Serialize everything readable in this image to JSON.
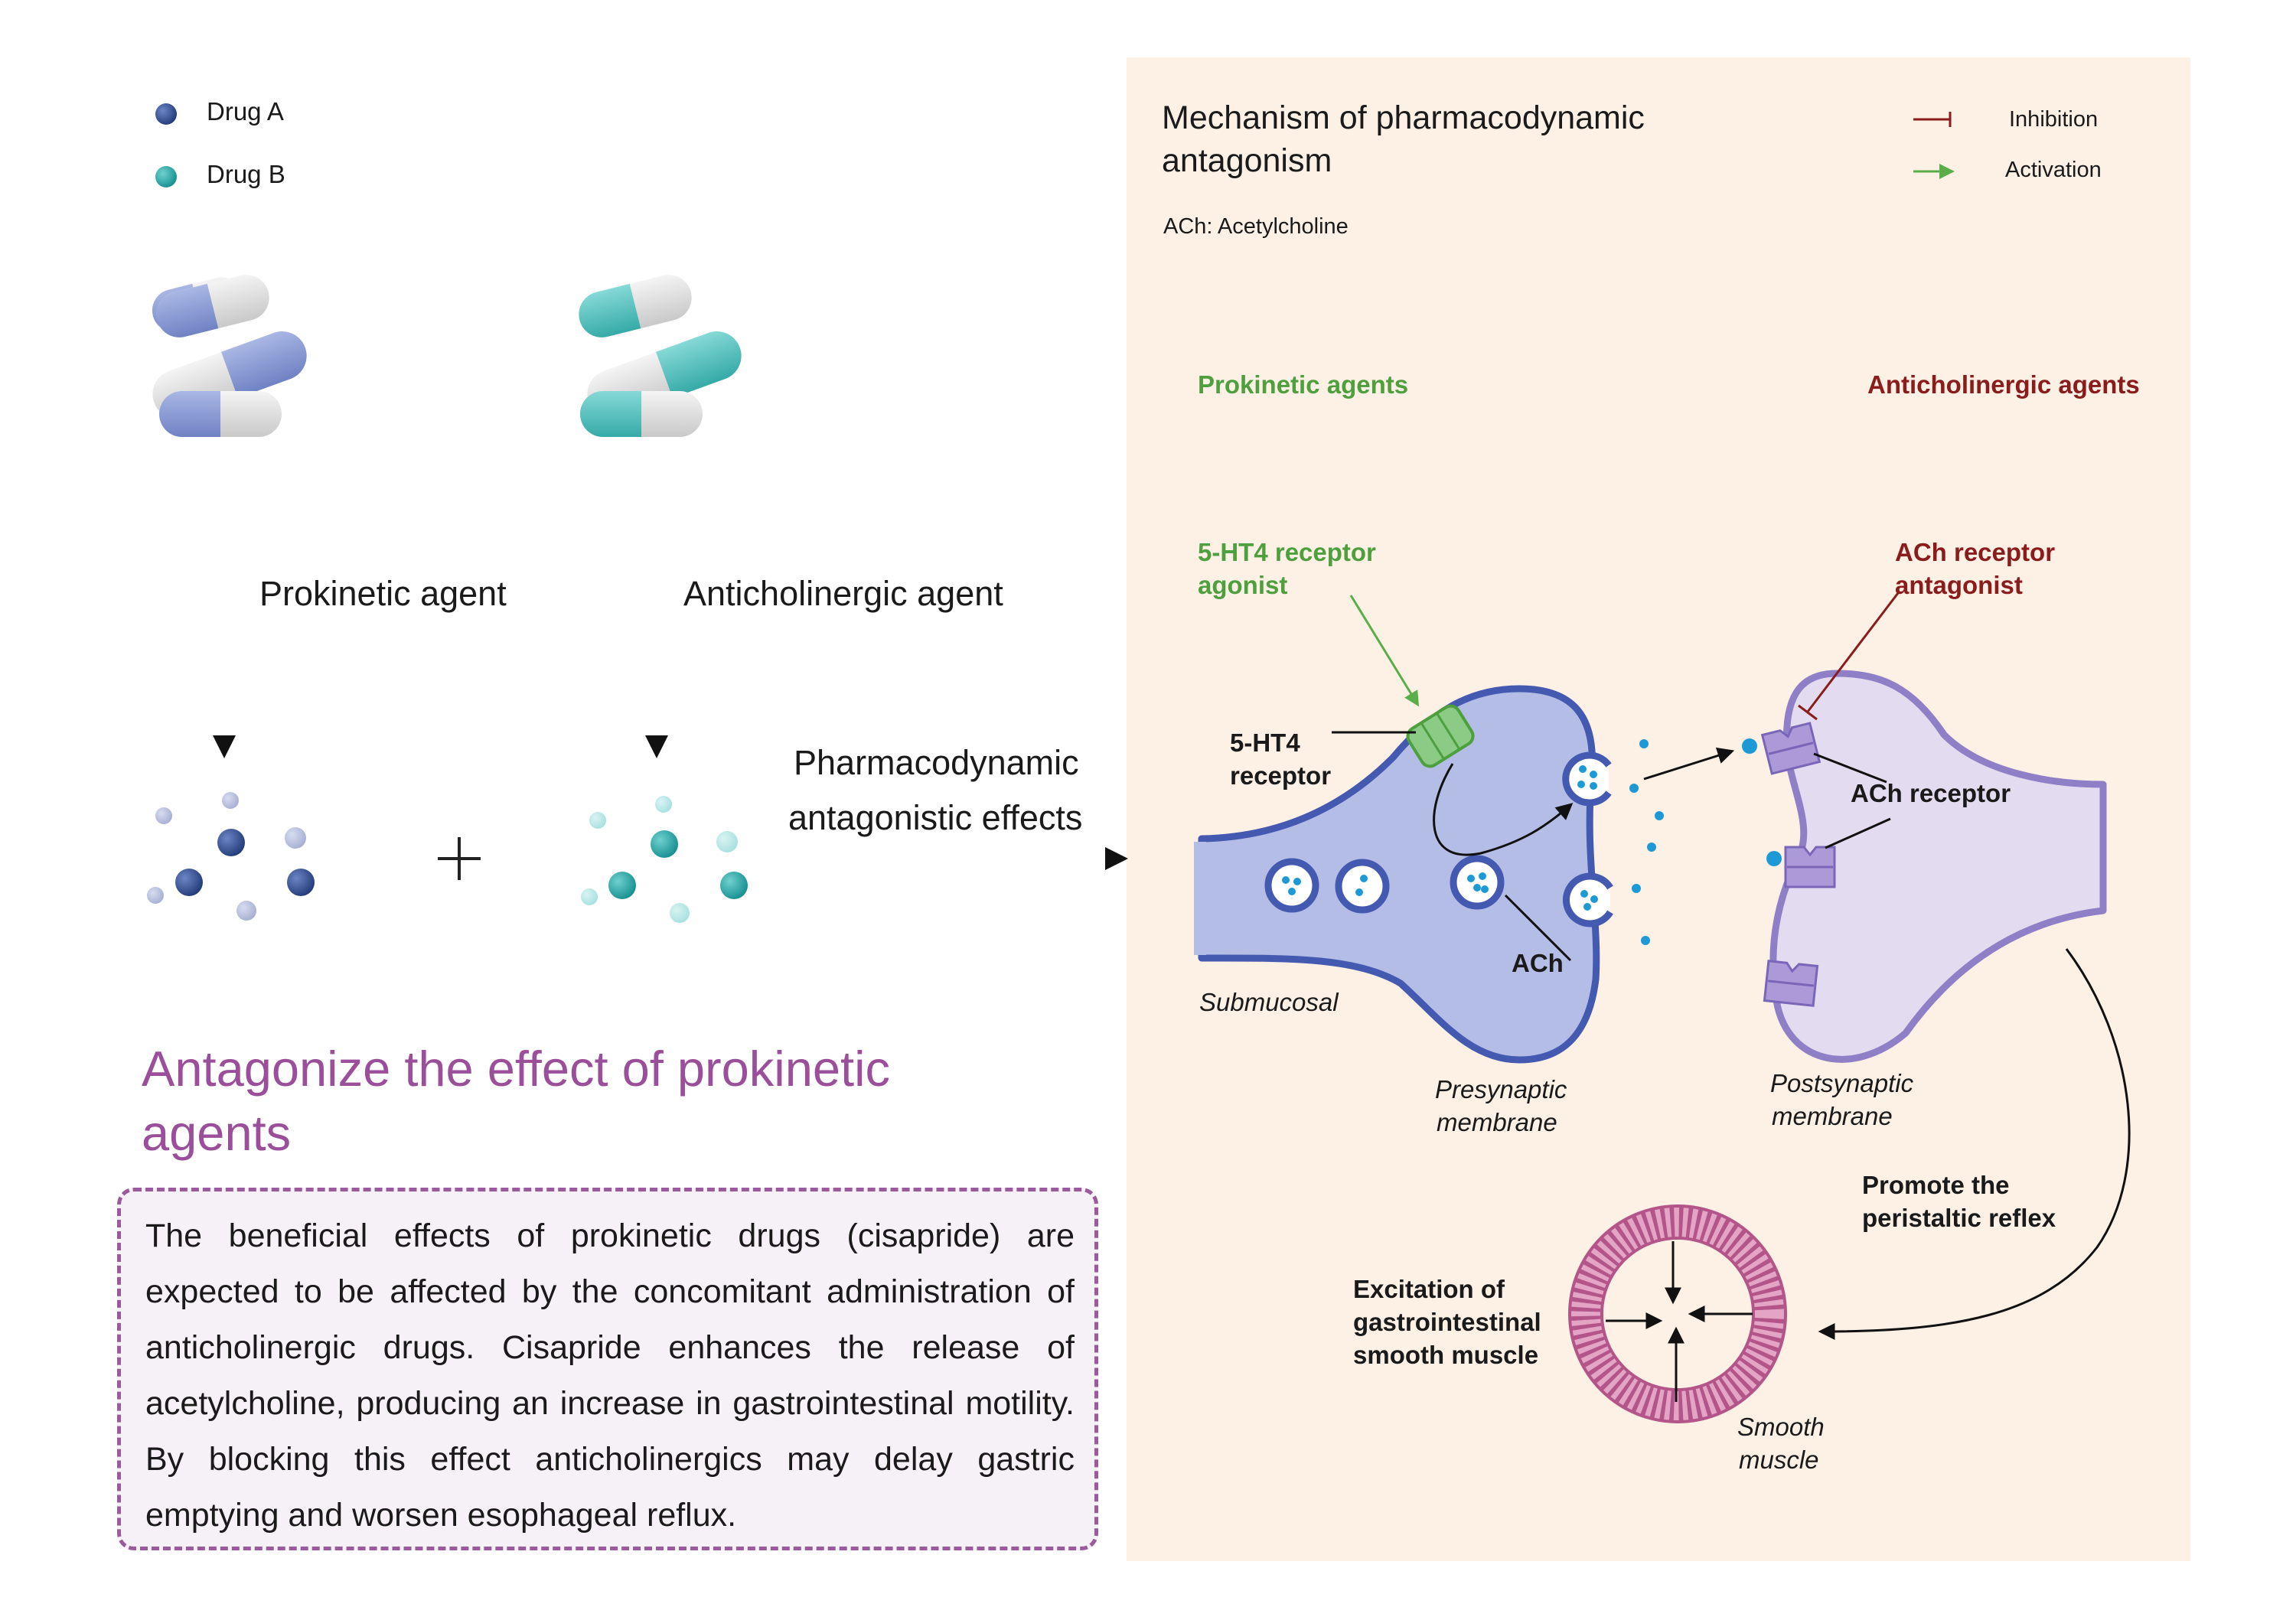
{
  "legend_drugs": {
    "drug_a": "Drug A",
    "drug_b": "Drug B"
  },
  "left": {
    "prokinetic_label": "Prokinetic agent",
    "anticholinergic_label": "Anticholinergic agent",
    "plus": "+",
    "arrow_label_line1": "Pharmacodynamic",
    "arrow_label_line2": "antagonistic effects"
  },
  "heading": "Antagonize the effect of prokinetic agents",
  "description": "The beneficial effects of prokinetic drugs (cisapride) are expected to be affected by the concomitant administration of anticholinergic drugs. Cisapride enhances the release of acetylcholine, producing an increase in gastrointestinal motility. By blocking this effect anticholinergics may delay gastric emptying and worsen esophageal reflux.",
  "mechanism": {
    "title_line1": "Mechanism of pharmacodynamic",
    "title_line2": "antagonism",
    "abbrev": "ACh: Acetylcholine",
    "legend_inhibition": "Inhibition",
    "legend_activation": "Activation",
    "prokinetic_agents": "Prokinetic agents",
    "anticholinergic_agents": "Anticholinergic agents",
    "agonist_line1": "5-HT4 receptor",
    "agonist_line2": "agonist",
    "antagonist_line1": "ACh receptor",
    "antagonist_line2": "antagonist",
    "receptor_5ht4_line1": "5-HT4",
    "receptor_5ht4_line2": "receptor",
    "ach_receptor": "ACh receptor",
    "ach": "ACh",
    "submucosal": "Submucosal",
    "presynaptic_line1": "Presynaptic",
    "presynaptic_line2": "membrane",
    "postsynaptic_line1": "Postsynaptic",
    "postsynaptic_line2": "membrane",
    "promote_line1": "Promote the",
    "promote_line2": "peristaltic reflex",
    "excitation_line1": "Excitation of",
    "excitation_line2": "gastrointestinal",
    "excitation_line3": "smooth muscle",
    "smooth_line1": "Smooth",
    "smooth_line2": "muscle"
  },
  "colors": {
    "drug_a": "#2f4a8a",
    "drug_b": "#2aa7a8",
    "panel_bg": "#fdf0e4",
    "presynaptic_fill": "#b3bde6",
    "presynaptic_stroke": "#4459b0",
    "postsynaptic_fill": "#e3dbef",
    "postsynaptic_stroke": "#8f7fc7",
    "inhibition": "#8b1c1c",
    "activation": "#5aae4a",
    "heading": "#9b4f9b",
    "muscle": "#d98bb5"
  }
}
